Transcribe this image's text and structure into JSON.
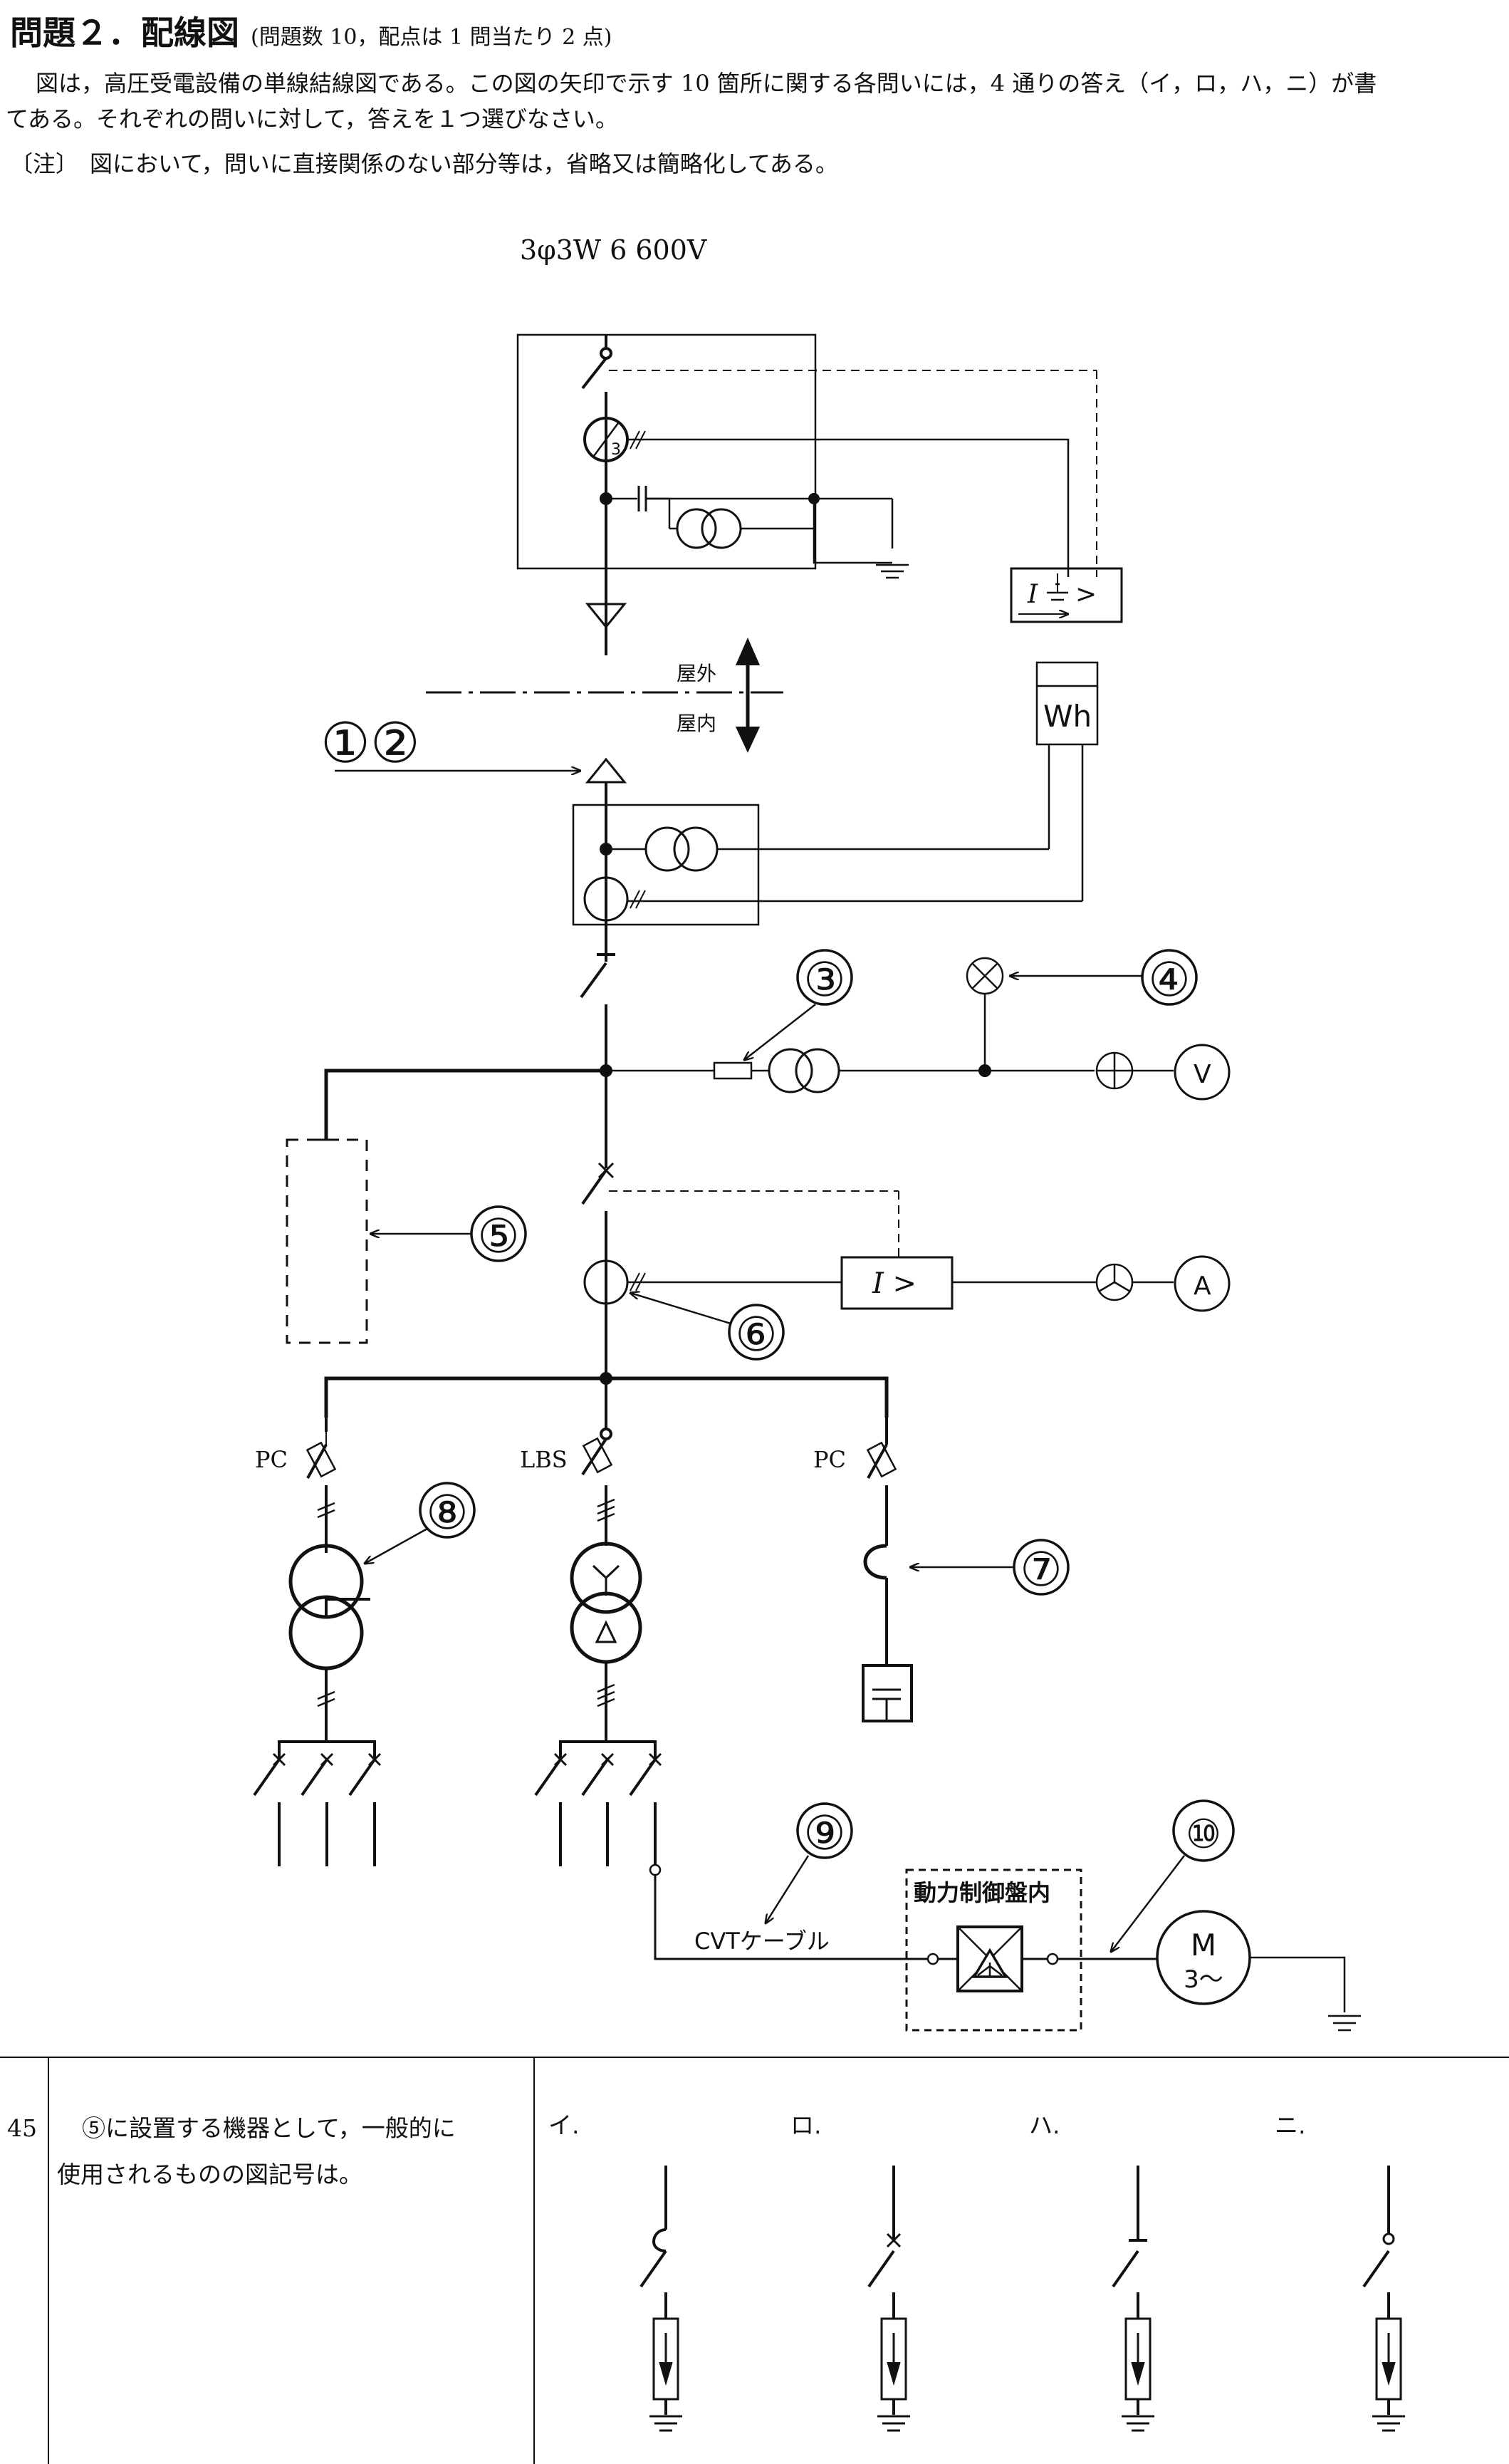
{
  "header": {
    "title": "問題２．配線図",
    "subtitle": "(問題数 10，配点は 1 問当たり 2 点)"
  },
  "intro": {
    "line1": "図は，高圧受電設備の単線結線図である。この図の矢印で示す 10 箇所に関する各問いには，4 通りの答え（イ，ロ，ハ，ニ）が書",
    "line2": "てある。それぞれの問いに対して，答えを１つ選びなさい。",
    "note": "〔注〕　図において，問いに直接関係のない部分等は，省略又は簡略化してある。"
  },
  "diagram": {
    "supply_label": "3φ3W  6 600V",
    "outdoor_label": "屋外",
    "indoor_label": "屋内",
    "wh_label": "Wh",
    "relay_gr_label": "I ⏚ >",
    "relay_oc_label": "I >",
    "voltmeter_label": "V",
    "ammeter_label": "A",
    "pc_label_left": "PC",
    "lbs_label": "LBS",
    "pc_label_right": "PC",
    "cvt_label": "CVTケーブル",
    "panel_label": "動力制御盤内",
    "motor_label": "M",
    "motor_sub": "3〜",
    "markers": [
      "①②",
      "③",
      "④",
      "⑤",
      "⑥",
      "⑦",
      "⑧",
      "⑨",
      "⑩"
    ]
  },
  "question": {
    "number": "45",
    "text_line1": "⑤に設置する機器として，一般的に",
    "text_line2": "使用されるものの図記号は。",
    "choices": [
      "イ.",
      "ロ.",
      "ハ.",
      "ニ."
    ]
  }
}
